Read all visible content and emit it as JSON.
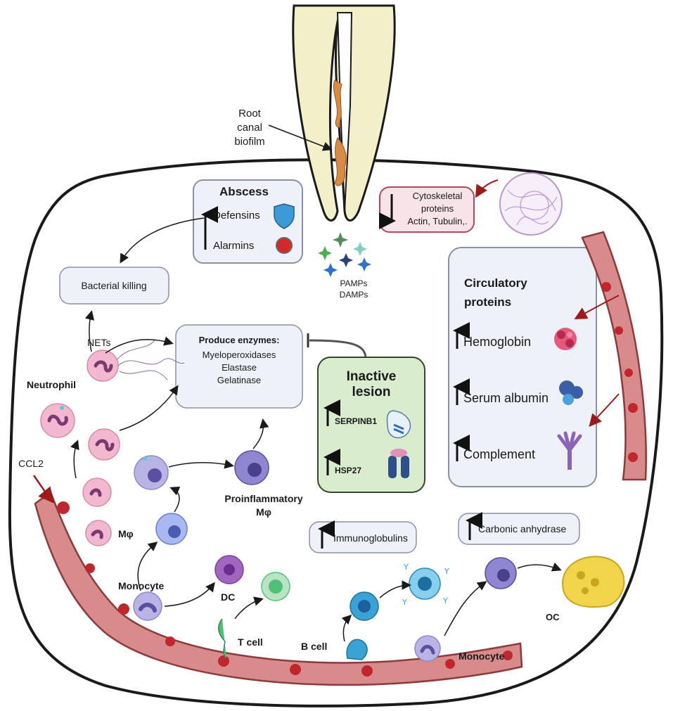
{
  "labels": {
    "root_canal": [
      "Root",
      "canal",
      "biofilm"
    ],
    "pamps": "PAMPs",
    "damps": "DAMPs",
    "bacterial_killing": "Bacterial killing",
    "nets": "NETs",
    "neutrophil": "Neutrophil",
    "ccl2": "CCL2",
    "macrophage": "Mφ",
    "monocyte_left": "Monocyte",
    "dc": "DC",
    "t_cell": "T cell",
    "b_cell": "B cell",
    "monocyte_right": "Monocyte",
    "oc": "OC",
    "proinflammatory": [
      "Proinflammatory",
      "Mφ"
    ]
  },
  "abscess": {
    "title": "Abscess",
    "items": [
      "Defensins",
      "Alarmins"
    ]
  },
  "cytoskeletal": {
    "lines": [
      "Cytoskeletal",
      "proteins",
      "Actin, Tubulin,."
    ]
  },
  "enzymes": {
    "title": "Produce enzymes:",
    "items": [
      "Myeloperoxidases",
      "Elastase",
      "Gelatinase"
    ]
  },
  "inactive_lesion": {
    "title": [
      "Inactive",
      "lesion"
    ],
    "items": [
      "SERPINB1",
      "HSP27"
    ]
  },
  "circulatory": {
    "title": [
      "Circulatory",
      "proteins"
    ],
    "items": [
      "Hemoglobin",
      "Serum albumin",
      "Complement"
    ]
  },
  "immunoglobulins": "Immunoglobulins",
  "carbonic_anhydrase": "Carbonic anhydrase",
  "colors": {
    "outline": "#1a1a1a",
    "box_fill": "#eef1f8",
    "box_stroke": "#8a90a6",
    "inactive_fill": "#d9eccd",
    "inactive_stroke": "#2f4a2a",
    "cyto_fill": "#f7e3e8",
    "cyto_stroke": "#b0485c",
    "tooth_fill": "#f3efc9",
    "vessel": "#d98b8b",
    "rbc": "#c0272d",
    "neutrophil": "#f2b8cf",
    "monocyte": "#8e86d0",
    "bcell": "#3aa3d6",
    "tcell": "#4fbf7a",
    "oc": "#f2d44a"
  }
}
